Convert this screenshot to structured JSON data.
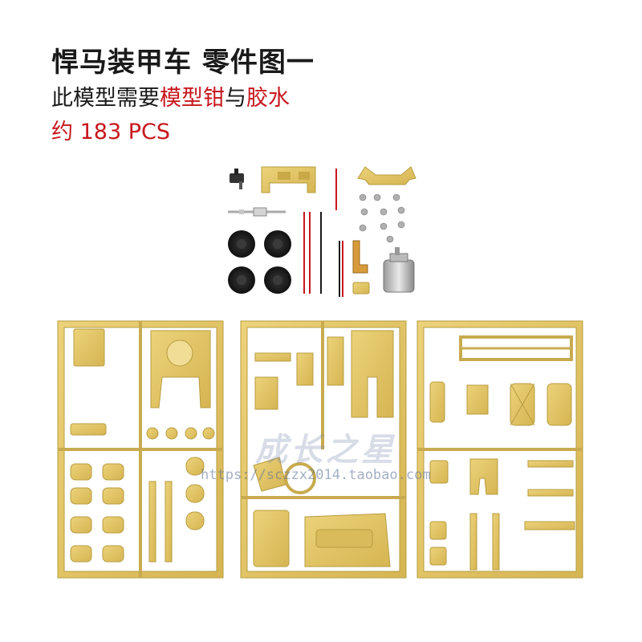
{
  "header": {
    "title": "悍马装甲车 零件图一",
    "subtitle_prefix": "此模型需要",
    "subtitle_tools": "模型钳",
    "subtitle_mid": "与",
    "subtitle_glue": "胶水",
    "count": "约 183 PCS"
  },
  "watermark": {
    "brand": "成长之星",
    "url": "https://sczzx2014.taobao.com"
  },
  "colors": {
    "accent_red": "#c8161d",
    "text_dark": "#1a1a1a",
    "plastic_yellow": "#e3c463",
    "plastic_edge": "#b79c3f",
    "tire_black": "#222222"
  }
}
